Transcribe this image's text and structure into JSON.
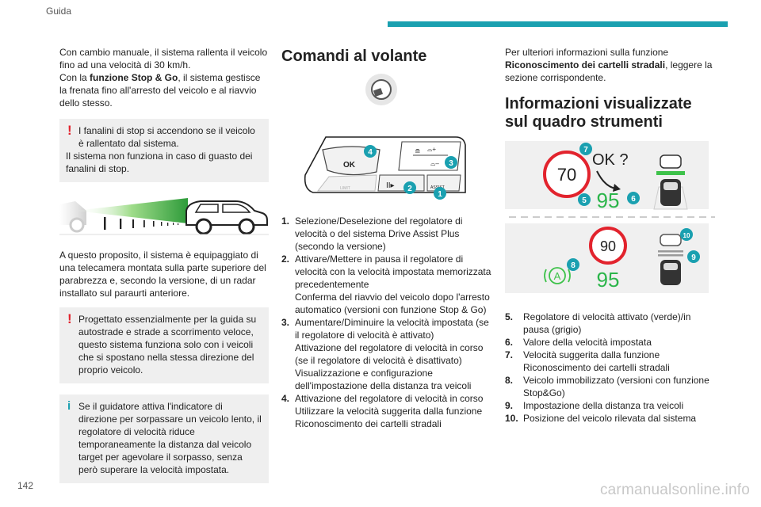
{
  "header": {
    "title": "Guida"
  },
  "page_number": "142",
  "watermark": "carmanualsonline.info",
  "col1": {
    "p1": "Con cambio manuale, il sistema rallenta il veicolo fino ad una velocità di 30 km/h.",
    "p2_pre": "Con la ",
    "p2_bold": "funzione Stop & Go",
    "p2_post": ", il sistema gestisce la frenata fino all'arresto del veicolo e al riavvio dello stesso.",
    "note1_a": "I fanalini di stop si accendono se il veicolo è rallentato dal sistema.",
    "note1_b": "Il sistema non funziona in caso di guasto dei fanalini di stop.",
    "p3": "A questo proposito, il sistema è equipaggiato di una telecamera montata sulla parte superiore del parabrezza e, secondo la versione, di un radar installato sul paraurti anteriore.",
    "note2": "Progettato essenzialmente per la guida su autostrade e strade a scorrimento veloce, questo sistema funziona solo con i veicoli che si spostano nella stessa direzione del proprio veicolo.",
    "note3": "Se il guidatore attiva l'indicatore di direzione per sorpassare un veicolo lento, il regolatore di velocità riduce temporaneamente la distanza dal veicolo target per agevolare il sorpasso, senza però superare la velocità impostata."
  },
  "col2": {
    "heading": "Comandi al volante",
    "wheel_labels": {
      "ok": "OK",
      "assist": "ASSIST",
      "limit": "LIMIT"
    },
    "items": [
      {
        "num": "1.",
        "lines": [
          "Selezione/Deselezione del regolatore di velocità o del sistema Drive Assist Plus (secondo la versione)"
        ]
      },
      {
        "num": "2.",
        "lines": [
          "Attivare/Mettere in pausa il regolatore di velocità con la velocità impostata memorizzata precedentemente",
          "Conferma del riavvio del veicolo dopo l'arresto automatico (versioni con funzione Stop & Go)"
        ]
      },
      {
        "num": "3.",
        "lines": [
          "Aumentare/Diminuire la velocità impostata (se il regolatore di velocità è attivato)",
          "Attivazione del regolatore di velocità in corso (se il regolatore di velocità è disattivato)",
          "Visualizzazione e configurazione dell'impostazione della distanza tra veicoli"
        ]
      },
      {
        "num": "4.",
        "lines": [
          "Attivazione del regolatore di velocità in corso",
          "Utilizzare la velocità suggerita dalla funzione Riconoscimento dei cartelli stradali"
        ]
      }
    ]
  },
  "col3": {
    "p1_pre": "Per ulteriori informazioni sulla funzione ",
    "p1_bold": "Riconoscimento dei cartelli stradali",
    "p1_post": ", leggere la sezione corrispondente.",
    "heading": "Informazioni visualizzate sul quadro strumenti",
    "display": {
      "sign1": "70",
      "ok_text": "OK ?",
      "speed1": "95",
      "sign2": "90",
      "speed2": "95",
      "auto_symbol": "A"
    },
    "items": [
      {
        "num": "5.",
        "text": "Regolatore di velocità attivato (verde)/in pausa (grigio)"
      },
      {
        "num": "6.",
        "text": "Valore della velocità impostata"
      },
      {
        "num": "7.",
        "text": "Velocità suggerita dalla funzione Riconoscimento dei cartelli stradali"
      },
      {
        "num": "8.",
        "text": "Veicolo immobilizzato (versioni con funzione Stop&Go)"
      },
      {
        "num": "9.",
        "text": "Impostazione della distanza tra veicoli"
      },
      {
        "num": "10.",
        "text": "Posizione del veicolo rilevata dal sistema"
      }
    ]
  },
  "callouts": [
    "1",
    "2",
    "3",
    "4",
    "5",
    "6",
    "7",
    "8",
    "9",
    "10"
  ],
  "colors": {
    "accent": "#1aa0b0",
    "warning": "#e2232d",
    "green": "#3ec24a",
    "note_bg": "#efefef"
  }
}
